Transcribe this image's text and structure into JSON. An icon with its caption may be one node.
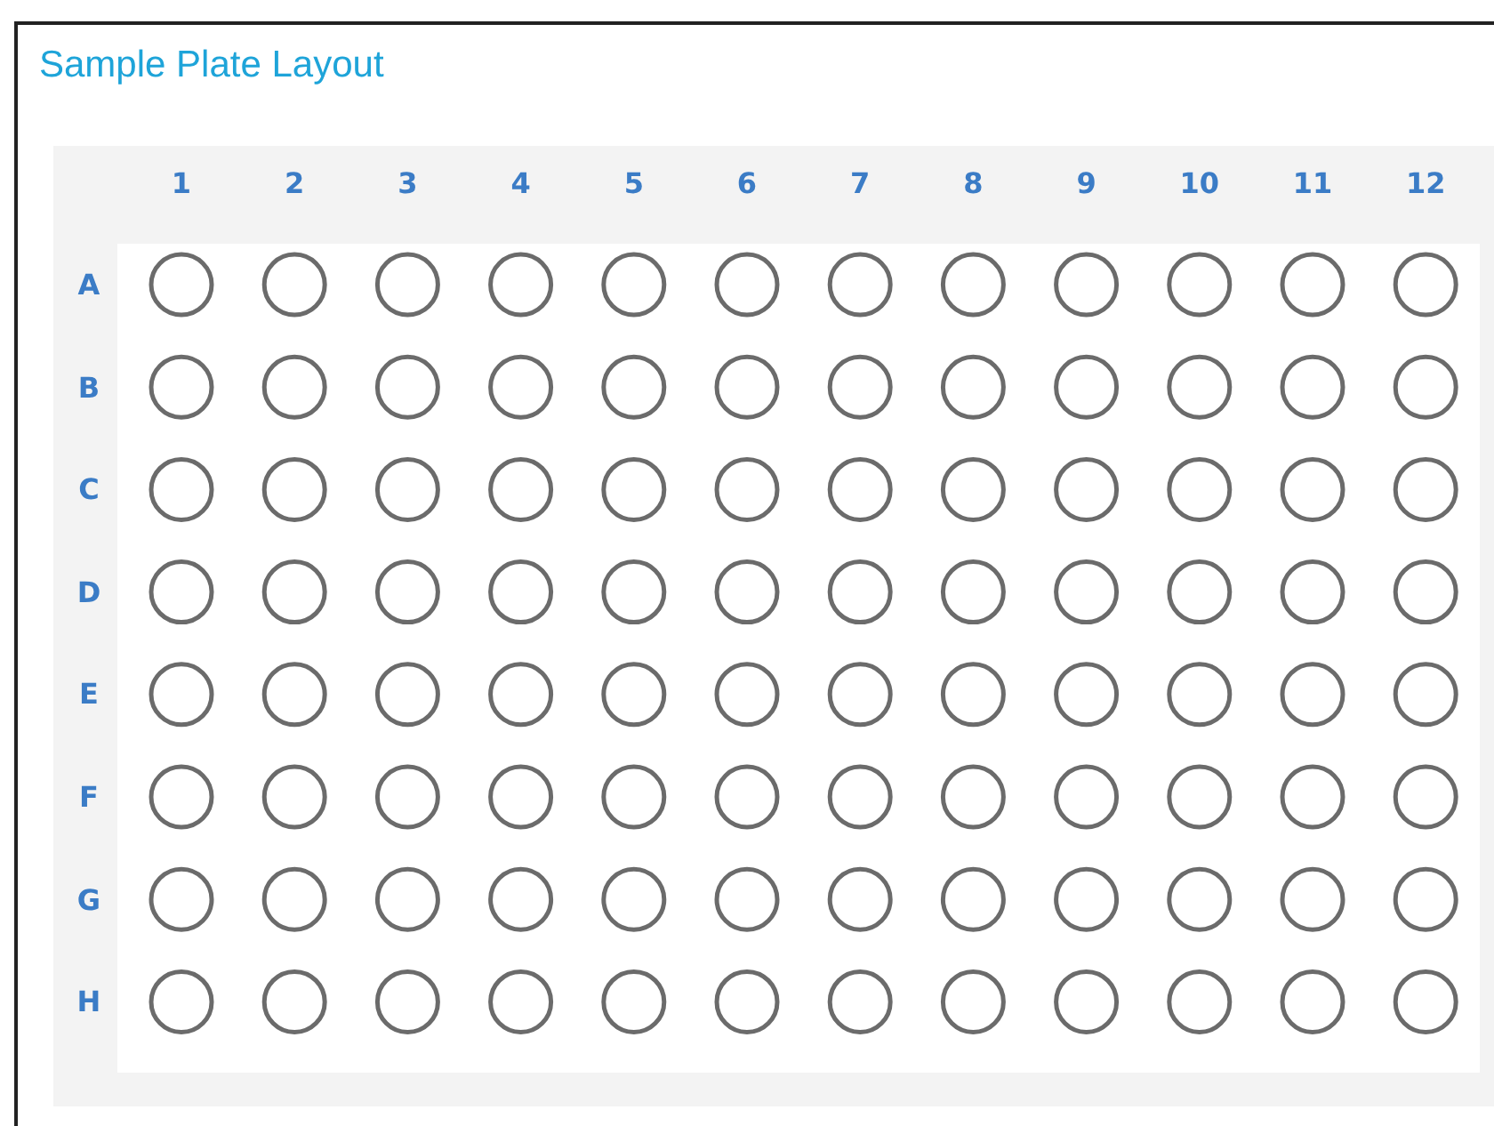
{
  "diagram": {
    "title": "Sample Plate Layout",
    "labels": [
      "1",
      "2",
      "3",
      "4",
      "5",
      "6",
      "7",
      "8",
      "9",
      "10",
      "11",
      "12",
      "A",
      "B",
      "C",
      "D",
      "E",
      "F",
      "G",
      "H"
    ]
  }
}
